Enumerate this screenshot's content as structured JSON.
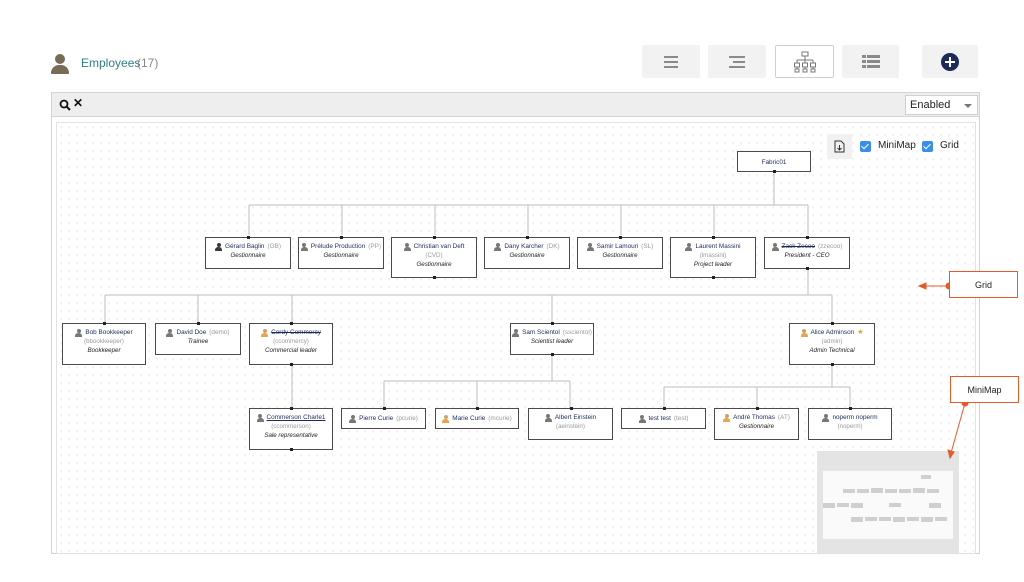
{
  "header": {
    "title": "Employees",
    "count": "(17)",
    "accent": "#2c7f86"
  },
  "view_buttons": [
    {
      "name": "list-view",
      "icon": "list-icon",
      "active": false
    },
    {
      "name": "indent-view",
      "icon": "indent-list-icon",
      "active": false
    },
    {
      "name": "org-chart-view",
      "icon": "org-chart-icon",
      "active": true
    },
    {
      "name": "kanban-view",
      "icon": "table-rows-icon",
      "active": false
    }
  ],
  "add_button": {
    "icon": "plus-circle-icon"
  },
  "toolbar": {
    "filter_value": "Enabled"
  },
  "chart_controls": {
    "export_icon": "file-export-icon",
    "minimap_label": "MiniMap",
    "minimap_checked": true,
    "grid_label": "Grid",
    "grid_checked": true
  },
  "callouts": {
    "grid": "Grid",
    "minimap": "MiniMap",
    "color": "#e55a2b"
  },
  "org": {
    "root": {
      "name": "Fabric01"
    },
    "level1": [
      {
        "name": "Gérard Baglin",
        "code": "(GB)",
        "role": "Gestionnaire",
        "avatar": "globe"
      },
      {
        "name": "Prélude Production",
        "code": "(PP)",
        "role": "Gestionnaire",
        "avatar": "male"
      },
      {
        "name": "Christian van Deft",
        "code": "(CVD)",
        "role": "Gestionnaire",
        "avatar": "male"
      },
      {
        "name": "Dany Karcher",
        "code": "(DK)",
        "role": "Gestionnaire",
        "avatar": "male"
      },
      {
        "name": "Samir Lamouri",
        "code": "(SL)",
        "role": "Gestionnaire",
        "avatar": "male"
      },
      {
        "name": "Laurent Massini",
        "code": "(lmassini)",
        "role": "Project leader",
        "avatar": "male"
      },
      {
        "name": "Zack Zecoo",
        "code": "(zzecoo)",
        "role": "President - CEO",
        "avatar": "male",
        "struck": true
      }
    ],
    "level2": [
      {
        "name": "Bob Bookkeeper",
        "code": "(bbookkeeper)",
        "role": "Bookkeeper",
        "avatar": "male"
      },
      {
        "name": "David Doe",
        "code": "(demo)",
        "role": "Trainee",
        "avatar": "male"
      },
      {
        "name": "Cordy Commercy",
        "code": "(ccommercy)",
        "role": "Commercial leader",
        "avatar": "female",
        "struck": true
      },
      {
        "name": "Sam Scientol",
        "code": "(sscientol)",
        "role": "Scientist leader",
        "avatar": "male"
      },
      {
        "name": "Alice Adminson",
        "code": "(admin)",
        "role": "Admin Technical",
        "avatar": "female",
        "star": true
      }
    ],
    "level3": [
      {
        "name": "Commerson Charle1",
        "code": "(ccommerson)",
        "role": "Sale representative",
        "avatar": "male",
        "underline": true
      },
      {
        "name": "Pierre Curie",
        "code": "(pcurie)",
        "role": "",
        "avatar": "male"
      },
      {
        "name": "Marie Curie",
        "code": "(mcurie)",
        "role": "",
        "avatar": "female"
      },
      {
        "name": "Albert Einstein",
        "code": "(aeinstein)",
        "role": "",
        "avatar": "male"
      },
      {
        "name": "test test",
        "code": "(test)",
        "role": "",
        "avatar": "male"
      },
      {
        "name": "André Thomas",
        "code": "(AT)",
        "role": "Gestionnaire",
        "avatar": "female"
      },
      {
        "name": "noperm noperm",
        "code": "(noperm)",
        "role": "",
        "avatar": "male"
      }
    ]
  }
}
